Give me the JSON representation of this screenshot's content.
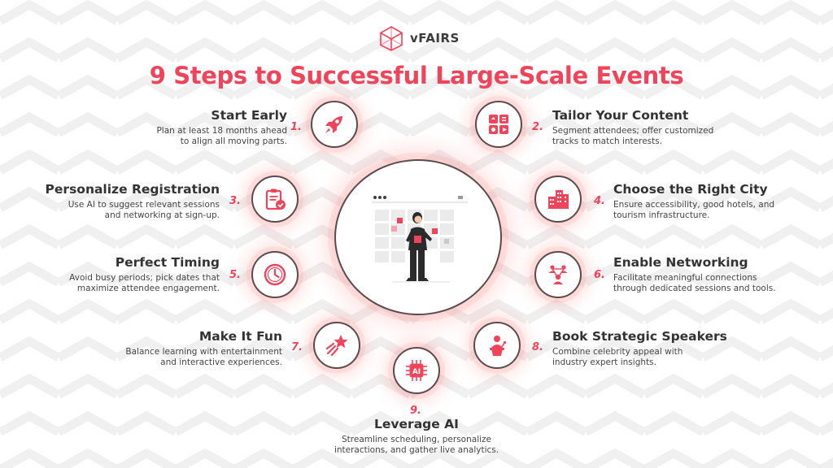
{
  "logo": {
    "text": "vFAIRS",
    "icon": "cube-logo-icon"
  },
  "title": "9 Steps to Successful Large-Scale Events",
  "colors": {
    "accent": "#f0445a",
    "dark": "#3d3d3d",
    "icon": "#f0445a"
  },
  "center": {
    "illustration": "person-calendar-illustration"
  },
  "steps": [
    {
      "num": "1.",
      "title": "Start Early",
      "line1": "Plan at least 18 months ahead",
      "line2": "to align all moving parts.",
      "icon": "rocket-icon"
    },
    {
      "num": "2.",
      "title": "Tailor Your Content",
      "line1": "Segment attendees; offer customized",
      "line2": "tracks to match interests.",
      "icon": "content-grid-icon"
    },
    {
      "num": "3.",
      "title": "Personalize Registration",
      "line1": "Use AI to suggest relevant sessions",
      "line2": "and networking at sign-up.",
      "icon": "clipboard-check-icon"
    },
    {
      "num": "4.",
      "title": "Choose the Right City",
      "line1": "Ensure accessibility, good hotels, and",
      "line2": "tourism infrastructure.",
      "icon": "city-buildings-icon"
    },
    {
      "num": "5.",
      "title": "Perfect Timing",
      "line1": "Avoid busy periods; pick dates that",
      "line2": "maximize attendee engagement.",
      "icon": "clock-icon"
    },
    {
      "num": "6.",
      "title": "Enable Networking",
      "line1": "Facilitate meaningful connections",
      "line2": "through dedicated sessions and tools.",
      "icon": "network-people-icon"
    },
    {
      "num": "7.",
      "title": "Make It Fun",
      "line1": "Balance learning with entertainment",
      "line2": "and interactive experiences.",
      "icon": "shooting-star-icon"
    },
    {
      "num": "8.",
      "title": "Book Strategic Speakers",
      "line1": "Combine celebrity appeal with",
      "line2": "industry expert insights.",
      "icon": "speaker-podium-icon"
    },
    {
      "num": "9.",
      "title": "Leverage AI",
      "line1": "Streamline scheduling, personalize",
      "line2": "interactions, and gather live analytics.",
      "icon": "ai-chip-icon"
    }
  ]
}
